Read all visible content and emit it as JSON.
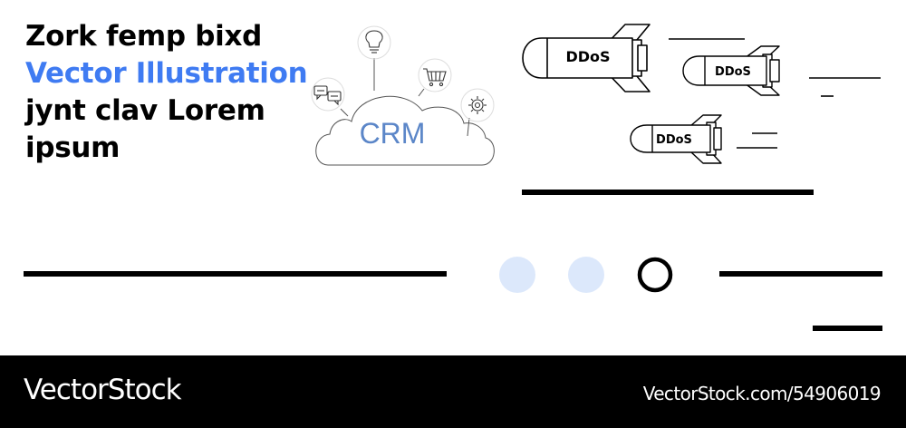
{
  "headline": {
    "line1": "Zork femp bixd",
    "line2": "Vector Illustration",
    "line3": "jynt clav Lorem",
    "line4": "ipsum"
  },
  "cloud": {
    "label": "CRM",
    "icons": [
      "lightbulb-icon",
      "chat-bubbles-icon",
      "shopping-cart-icon",
      "gear-icon"
    ]
  },
  "rockets": [
    {
      "label": "DDoS"
    },
    {
      "label": "DDoS"
    },
    {
      "label": "DDoS"
    }
  ],
  "carousel": {
    "dot_count": 3,
    "active_index": 2,
    "inactive_color": "#dce8fb",
    "active_color": "#000000"
  },
  "footer": {
    "brand": "VectorStock",
    "stock_id": "VectorStock.com/54906019"
  },
  "colors": {
    "accent": "#3f7bf2",
    "ink": "#000000",
    "line": "#555555"
  }
}
